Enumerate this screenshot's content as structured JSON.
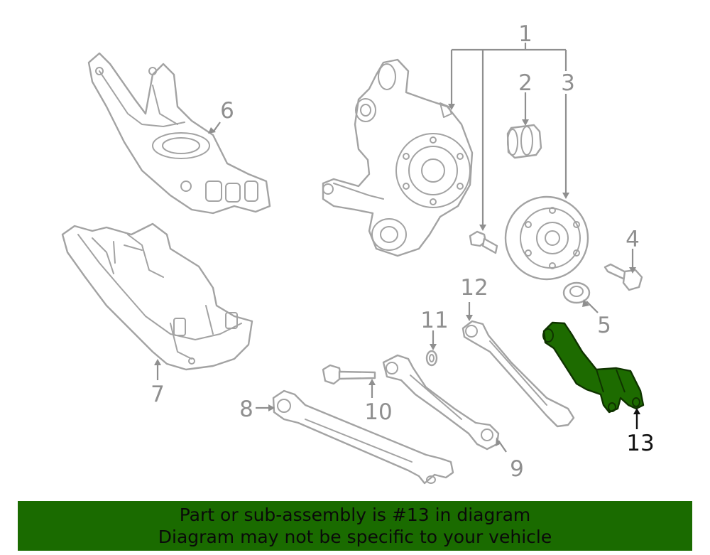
{
  "labels": {
    "l1": "1",
    "l2": "2",
    "l3": "3",
    "l4": "4",
    "l5": "5",
    "l6": "6",
    "l7": "7",
    "l8": "8",
    "l9": "9",
    "l10": "10",
    "l11": "11",
    "l12": "12",
    "l13": "13"
  },
  "highlight_color": "#1d6b00",
  "banner": {
    "line1": "Part or sub-assembly is #13 in diagram",
    "line2": "Diagram may not be specific to your vehicle",
    "background": "#1a6b00"
  }
}
